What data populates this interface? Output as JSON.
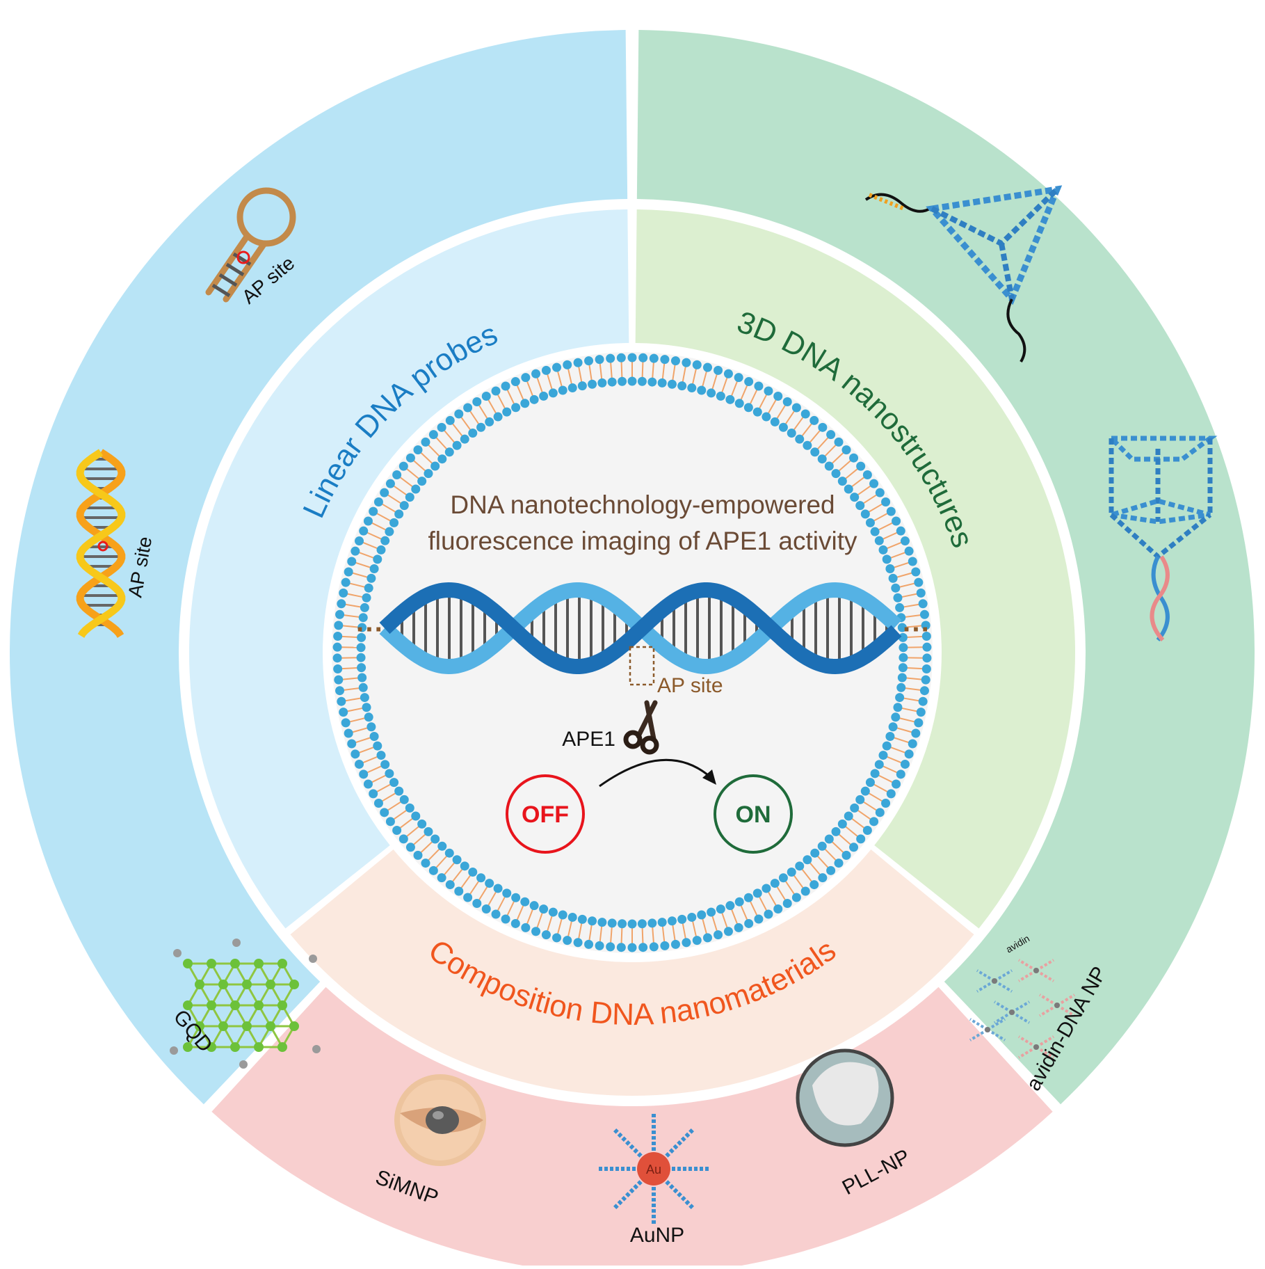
{
  "center": {
    "title_line1": "DNA nanotechnology-empowered",
    "title_line2": "fluorescence imaging of APE1 activity",
    "ap_site_label": "AP site",
    "enzyme_label": "APE1",
    "off_label": "OFF",
    "on_label": "ON",
    "ellipsis": "···"
  },
  "sections": {
    "linear": {
      "title": "Linear DNA probes",
      "hairpin_label": "AP site",
      "duplex_label": "AP site"
    },
    "threeD": {
      "title": "3D DNA nanostructures"
    },
    "composition": {
      "title": "Composition DNA nanomaterials",
      "items": [
        "GQD",
        "SiMNP",
        "AuNP",
        "PLL-NP",
        "avidin-DNA NP"
      ],
      "au_label": "Au",
      "avidin_label": "avidin"
    }
  },
  "colors": {
    "linear_outer": "#b8e4f6",
    "linear_inner": "#d6effb",
    "linear_title": "#1a7dc4",
    "threeD_outer": "#b9e2cc",
    "threeD_inner": "#dcefd0",
    "threeD_title": "#1f6b3a",
    "comp_outer": "#f8cfcf",
    "comp_inner": "#fbe9df",
    "comp_title": "#f0561e",
    "center_bg": "#f4f4f4",
    "membrane_head": "#3aa6d8",
    "membrane_tail": "#f0a46a",
    "helix_dark": "#1c6fb5",
    "helix_light": "#55b2e4",
    "off": "#e8141c",
    "on": "#1f6b3a",
    "brown": "#8b5a2b"
  }
}
